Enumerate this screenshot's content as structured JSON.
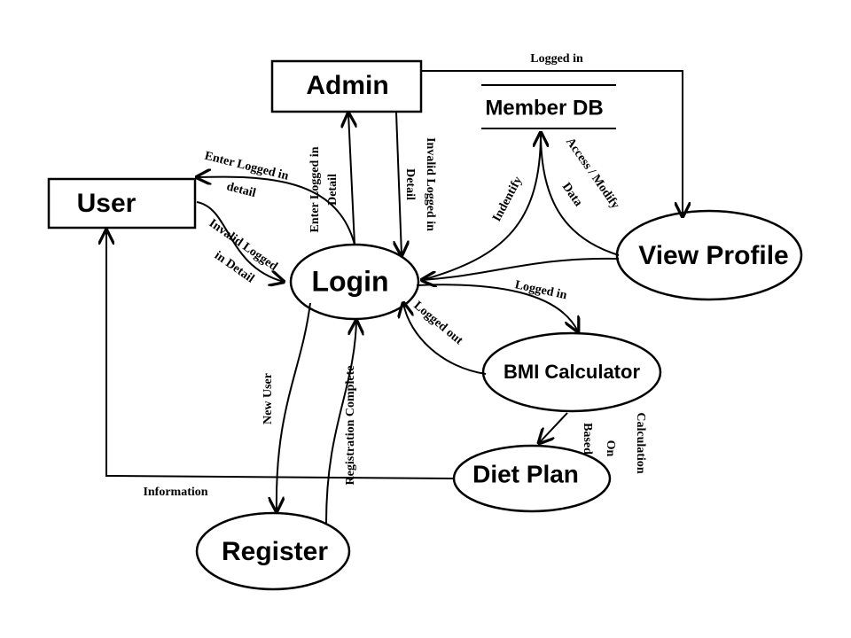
{
  "nodes": {
    "admin": "Admin",
    "user": "User",
    "member_db": "Member DB",
    "login": "Login",
    "view_profile": "View Profile",
    "bmi_calculator": "BMI Calculator",
    "diet_plan": "Diet Plan",
    "register": "Register"
  },
  "edges": {
    "logged_in_top": "Logged in",
    "enter_logged_in_user_1": "Enter Logged in",
    "enter_logged_in_user_2": "detail",
    "invalid_user_1": "Invalid Logged",
    "invalid_user_2": "in Detail",
    "enter_logged_in_admin_1": "Enter Logged in",
    "enter_logged_in_admin_2": "Detail",
    "invalid_admin_1": "Invalid Logged in",
    "invalid_admin_2": "Detail",
    "indentify": "Indentify",
    "access_modify_1": "Access / Modify",
    "access_modify_2": "Data",
    "logged_in_bmi": "Logged in",
    "logged_out": "Logged out",
    "new_user": "New User",
    "registration_complete": "Registration Complete",
    "based": "Based",
    "on": "On",
    "calculation": "Calculation",
    "information": "Information"
  }
}
